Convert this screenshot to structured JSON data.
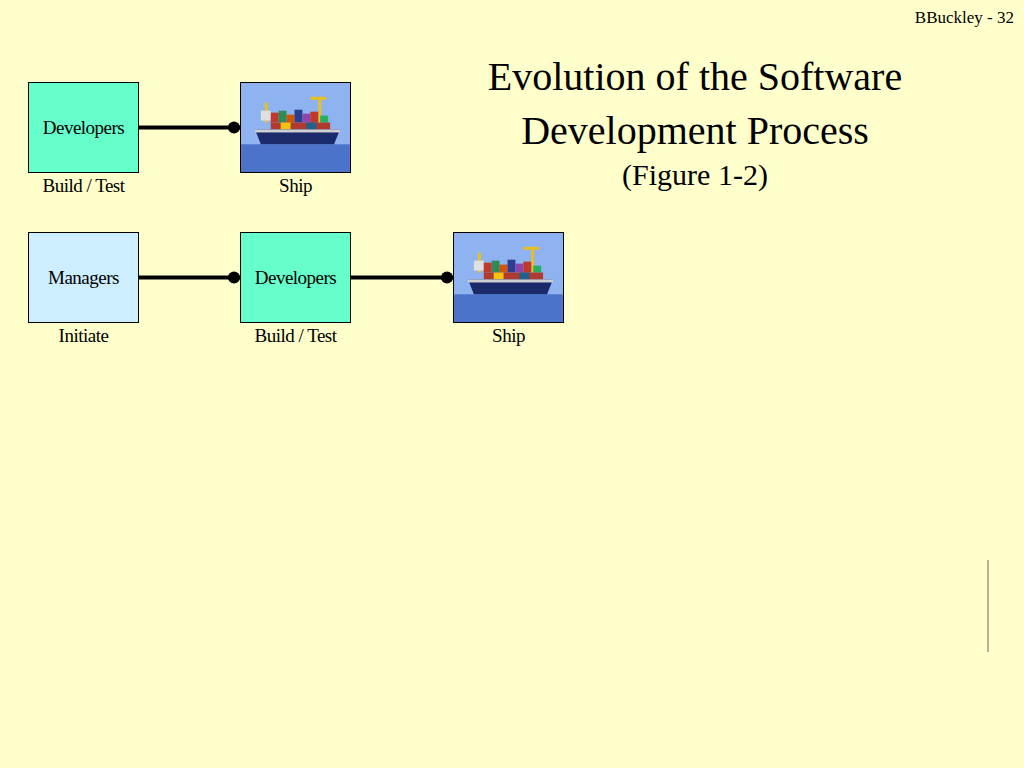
{
  "diagram": {
    "title": "Evolution of the Software Development Process",
    "nodes": [
      {
        "text": [
          "Developers",
          "Build / Test"
        ]
      },
      {
        "text": [
          "Ship"
        ]
      },
      {
        "text": [
          "Managers",
          "Initiate"
        ]
      },
      {
        "text": [
          "Developers",
          "Build / Test"
        ]
      },
      {
        "text": [
          "Ship"
        ]
      }
    ],
    "edges": [
      {
        "from": 0,
        "to": 1,
        "arrow": "to"
      },
      {
        "from": 2,
        "to": 3,
        "arrow": "to"
      },
      {
        "from": 3,
        "to": 4,
        "arrow": "to"
      }
    ],
    "labels": [
      "BBuckley - 32",
      "(Figure 1-2)"
    ]
  }
}
